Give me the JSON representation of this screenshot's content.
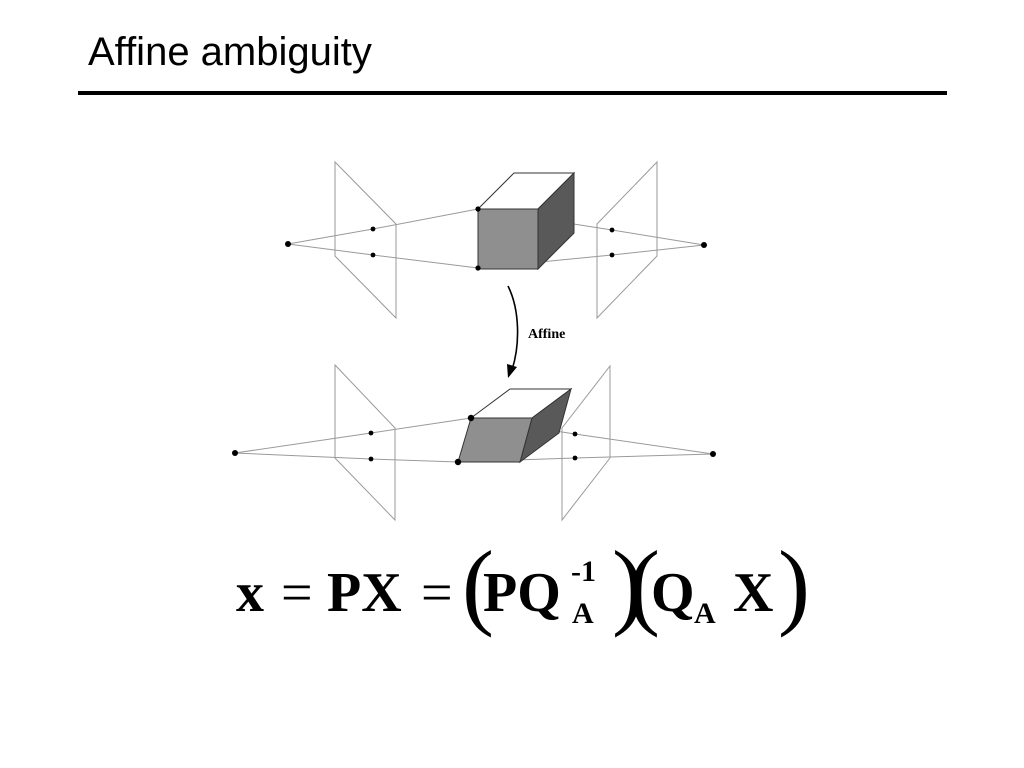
{
  "slide": {
    "title": "Affine ambiguity"
  },
  "diagram": {
    "arrow_label": "Affine"
  },
  "equation": {
    "lhs": "x",
    "eq1": "=",
    "px": "PX",
    "eq2": "=",
    "paren_open": "(",
    "paren_close": ")",
    "pq": "PQ",
    "exponent": "-1",
    "sub_a1": "A",
    "q": "Q",
    "sub_a2": "A",
    "x": "X"
  },
  "colors": {
    "cube_front": "#8f8f8f",
    "cube_side": "#595959",
    "cube_top": "#ffffff",
    "lines": "#9a9a9a",
    "points": "#000000"
  }
}
